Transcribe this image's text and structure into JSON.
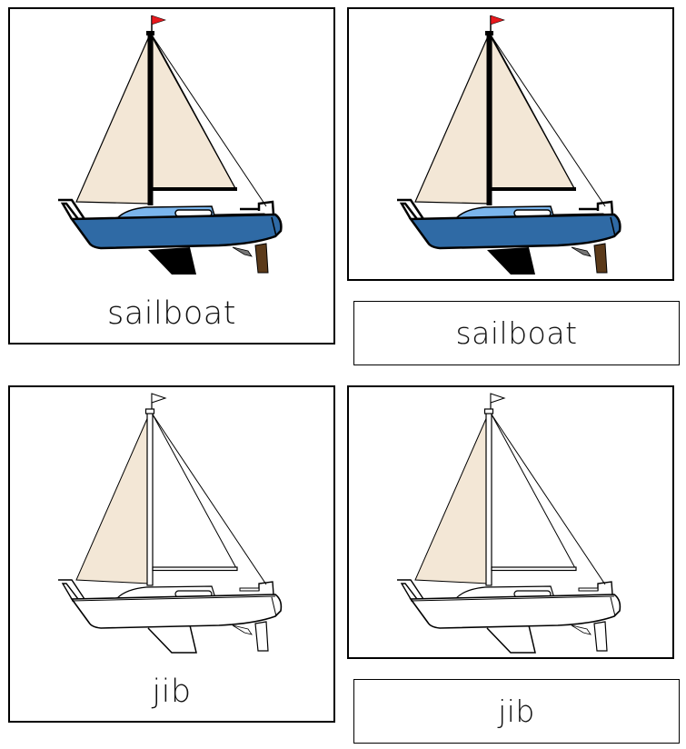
{
  "title": "Sailboat nomenclature three-part cards",
  "colors": {
    "sail": "#F3E7D6",
    "hull": "#2F6AA5",
    "cabin": "#7AB5EC",
    "flag": "#E8191E",
    "rudder": "#5B3A1A",
    "keel": "#000000",
    "border": "#000000"
  },
  "cards": [
    {
      "term": "sailboat",
      "control_card": {
        "image": "sailboat-colored-icon",
        "word": "sailboat"
      },
      "picture_card": {
        "image": "sailboat-colored-icon"
      },
      "label_card": {
        "word": "sailboat"
      }
    },
    {
      "term": "jib",
      "control_card": {
        "image": "sailboat-outline-jib-highlighted-icon",
        "word": "jib"
      },
      "picture_card": {
        "image": "sailboat-outline-jib-highlighted-icon"
      },
      "label_card": {
        "word": "jib"
      }
    }
  ]
}
